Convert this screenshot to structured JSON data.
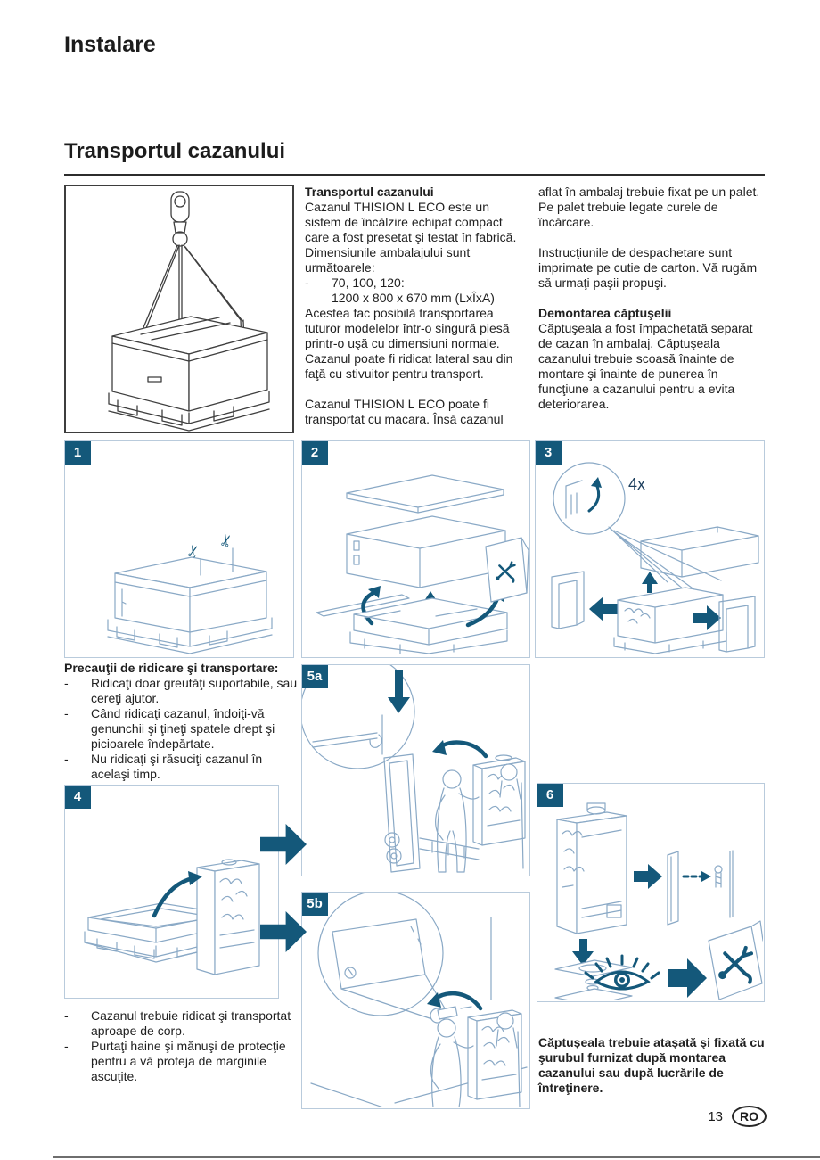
{
  "page": {
    "header_title": "Instalare",
    "section_title": "Transportul cazanului",
    "page_number": "13",
    "lang_badge": "RO"
  },
  "chars": {
    "dash": "-"
  },
  "icons": {
    "scissors": "✂"
  },
  "intro": {
    "col1": {
      "heading": "Transportul cazanului",
      "para1": "Cazanul THISION L ECO este un sistem de încălzire echipat compact care a fost presetat şi testat în fabrică. Dimensiunile ambalajului sunt următoarele:",
      "dim_label": "70, 100, 120:",
      "dim_value": "1200 x 800 x 670 mm (LxÎxA)",
      "para2": "Acestea fac posibilă transportarea tuturor modelelor într-o singură piesă printr-o uşă cu dimensiuni normale. Cazanul poate fi ridicat lateral sau din faţă cu stivuitor pentru transport.",
      "para3": "Cazanul THISION L ECO poate fi transportat cu macara. Însă cazanul"
    },
    "col2": {
      "para1": "aflat în ambalaj trebuie fixat pe un palet. Pe palet trebuie legate curele de încărcare.",
      "para2": "Instrucţiunile de despachetare sunt imprimate pe cutie de carton. Vă rugăm să urmaţi paşii propuşi.",
      "heading": "Demontarea căptuşelii",
      "para3": "Căptuşeala a fost împachetată separat de cazan în ambalaj. Căptuşeala cazanului trebuie scoasă înainte de montare şi înainte de punerea în funcţiune a cazanului pentru a evita deteriorarea."
    }
  },
  "precautions": {
    "heading": "Precauţii de ridicare şi transportare:",
    "items": [
      "Ridicaţi doar greutăţi suportabile, sau cereţi ajutor.",
      "Când ridicaţi cazanul, îndoiţi-vă genunchii şi ţineţi spatele drept şi picioarele îndepărtate.",
      "Nu ridicaţi şi răsuciţi cazanul în acelaşi timp."
    ]
  },
  "carry_notes": {
    "items": [
      "Cazanul trebuie ridicat şi transportat aproape de corp.",
      "Purtaţi haine şi mănuşi de protecţie pentru a vă proteja de marginile ascuţite."
    ]
  },
  "closing_note": "Căptuşeala trebuie ataşată şi fixată cu şurubul furnizat după montarea cazanului sau după lucrările de întreţinere.",
  "panels": {
    "p1": {
      "badge": "1"
    },
    "p2": {
      "badge": "2"
    },
    "p3": {
      "badge": "3",
      "count_label": "4x"
    },
    "p4": {
      "badge": "4"
    },
    "p5a": {
      "badge": "5a"
    },
    "p5b": {
      "badge": "5b"
    },
    "p6": {
      "badge": "6"
    }
  },
  "colors": {
    "accent_teal": "#14587a",
    "line_blue": "#8aa9c6",
    "panel_border": "#b9cbdc",
    "text": "#1f1f1f"
  }
}
